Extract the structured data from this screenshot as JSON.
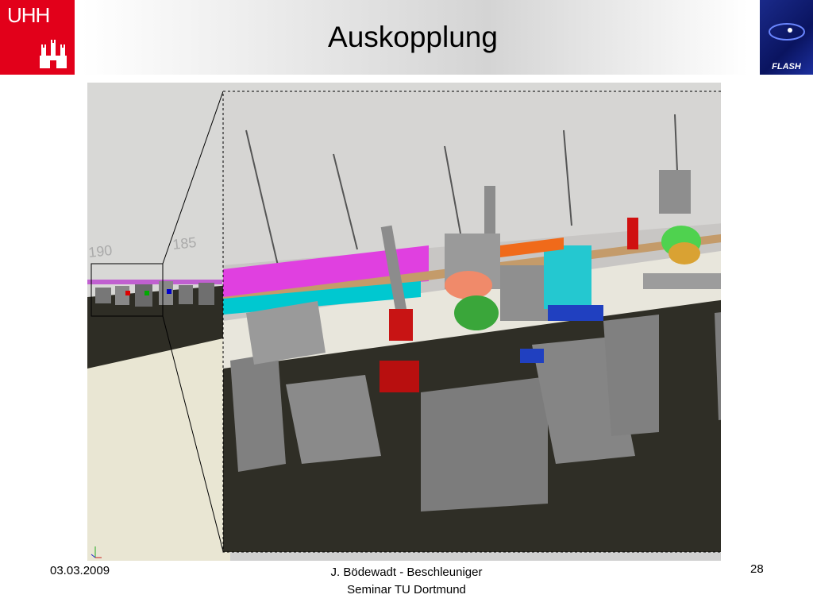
{
  "header": {
    "logo_left": "UHH",
    "logo_right": "FLASH",
    "title": "Auskopplung"
  },
  "figure": {
    "markers": [
      "190",
      "185"
    ]
  },
  "footer": {
    "date": "03.03.2009",
    "author": "J. Bödewadt - Beschleuniger",
    "seminar": "Seminar TU Dortmund",
    "page": "28"
  },
  "colors": {
    "uhh_red": "#e2001a",
    "flash_blue": "#0a1460"
  }
}
